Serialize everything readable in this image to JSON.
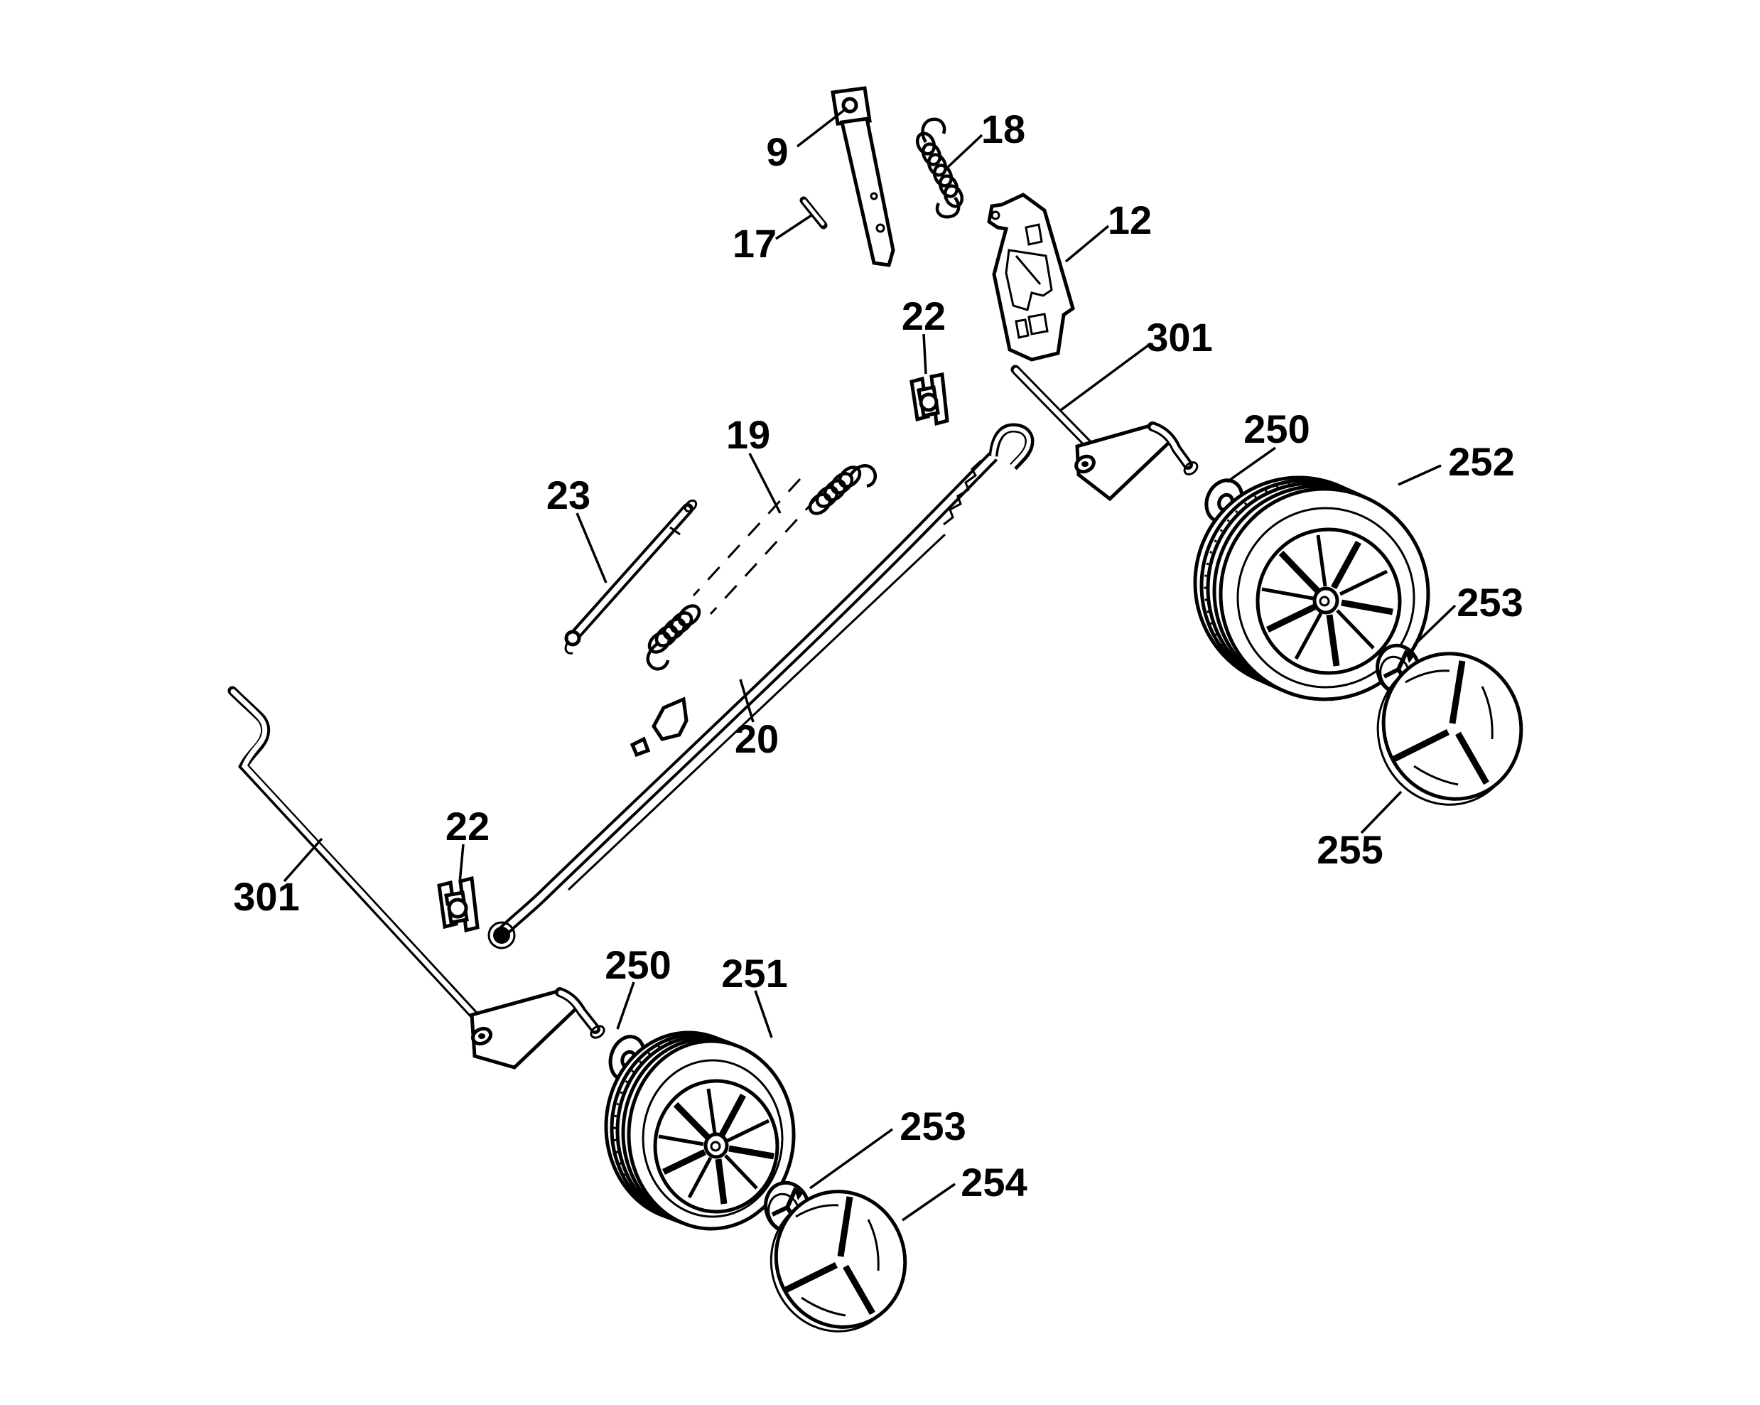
{
  "diagram": {
    "type": "exploded-parts-diagram",
    "background_color": "#ffffff",
    "line_color": "#000000",
    "callouts": [
      {
        "label": "9"
      },
      {
        "label": "17"
      },
      {
        "label": "18"
      },
      {
        "label": "12"
      },
      {
        "label": "22"
      },
      {
        "label": "301"
      },
      {
        "label": "250"
      },
      {
        "label": "252"
      },
      {
        "label": "253"
      },
      {
        "label": "255"
      },
      {
        "label": "23"
      },
      {
        "label": "19"
      },
      {
        "label": "20"
      },
      {
        "label": "22"
      },
      {
        "label": "301"
      },
      {
        "label": "250"
      },
      {
        "label": "251"
      },
      {
        "label": "253"
      },
      {
        "label": "254"
      }
    ]
  }
}
